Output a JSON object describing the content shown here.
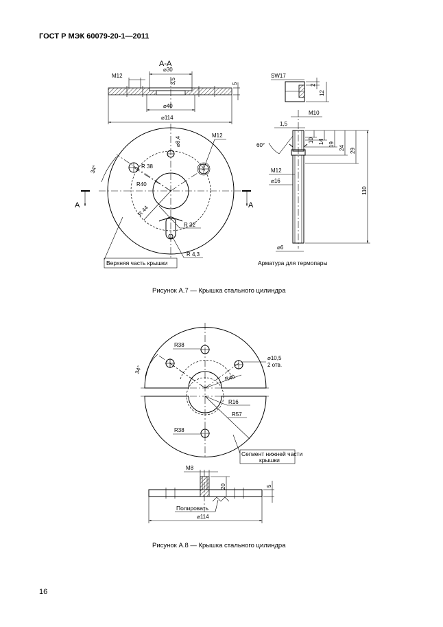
{
  "header": {
    "doc_title": "ГОСТ Р МЭК 60079-20-1—2011"
  },
  "figure7": {
    "caption": "Рисунок А.7 — Крышка стального цилиндра",
    "section_label": "А-А",
    "cut_mark_left": "А",
    "cut_mark_right": "А",
    "label_top": "Верхняя часть крышки",
    "label_fitting": "Арматура для термопары",
    "dims": {
      "m12_top": "M12",
      "d30": "⌀30",
      "d3_5": "3,5",
      "d5": "5",
      "d40": "⌀40",
      "d114": "⌀114",
      "d8_4": "⌀8,4",
      "m12_plan": "M12",
      "angle34": "34°",
      "r38": "R 38",
      "r40": "R40",
      "r44": "R 44",
      "r32": "R 32",
      "r4_3": "R 4,3",
      "sw17": "SW17",
      "f2": "2",
      "f12": "12",
      "m10": "M10",
      "f1_5": "1,5",
      "a60": "60°",
      "f10": "10",
      "f14": "14",
      "f19": "19",
      "f24": "24",
      "f29": "29",
      "m12_fit": "M12",
      "d16": "⌀16",
      "f110": "110",
      "d6": "⌀6"
    }
  },
  "figure8": {
    "caption": "Рисунок А.8 — Крышка стального цилиндра",
    "label_segment_line1": "Сегмент нижней части",
    "label_segment_line2": "крышки",
    "label_polish": "Полировать",
    "dims": {
      "r38_top": "R38",
      "angle34": "34°",
      "d10_5": "⌀10,5",
      "holes": "2 отв.",
      "r40": "R40",
      "r16": "R16",
      "r57": "R57",
      "r38_bot": "R38",
      "m8": "M8",
      "f20": "20",
      "f5": "5",
      "d114": "⌀114"
    }
  },
  "page_number": "16"
}
